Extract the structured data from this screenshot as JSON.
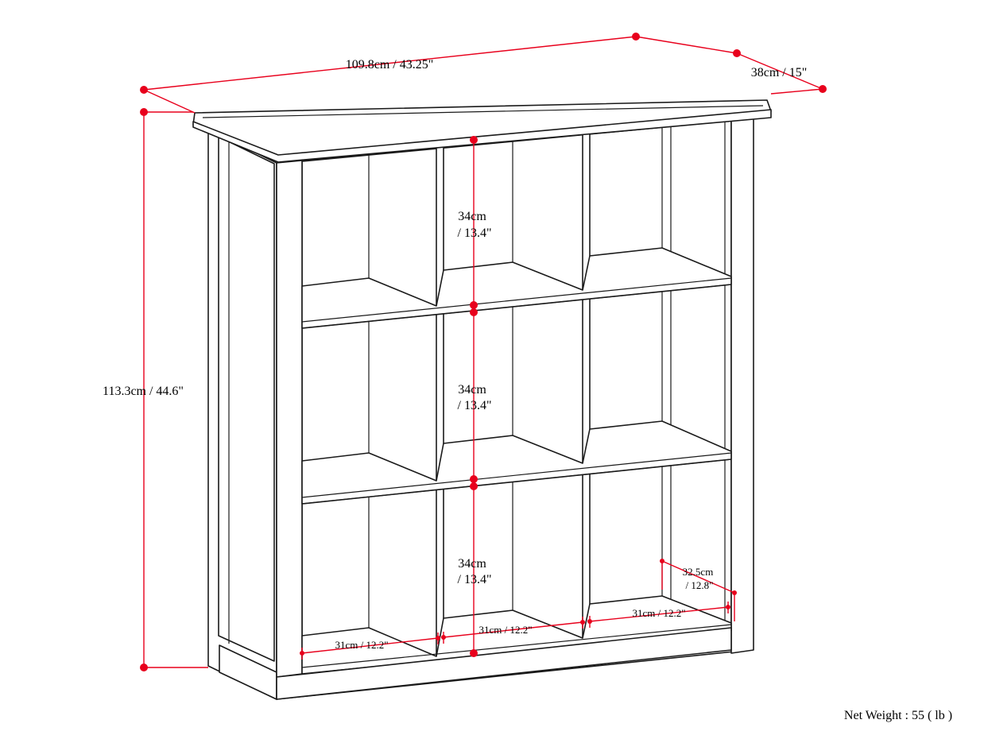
{
  "dimensions": {
    "width": "109.8cm / 43.25\"",
    "depth": "38cm / 15\"",
    "height": "113.3cm / 44.6\"",
    "cube_height_top_line1": "34cm",
    "cube_height_top_line2": "/ 13.4\"",
    "cube_height_mid_line1": "34cm",
    "cube_height_mid_line2": "/ 13.4\"",
    "cube_height_bottom_line1": "34cm",
    "cube_height_bottom_line2": "/ 13.4\"",
    "cube_depth_line1": "32.5cm",
    "cube_depth_line2": "/ 12.8\"",
    "cube_width_left": "31cm / 12.2\"",
    "cube_width_center": "31cm / 12.2\"",
    "cube_width_right": "31cm / 12.2\""
  },
  "net_weight": "Net Weight : 55 ( lb )",
  "colors": {
    "dimension_line": "#e8001c",
    "outline": "#1a1a1a",
    "background": "#ffffff"
  }
}
